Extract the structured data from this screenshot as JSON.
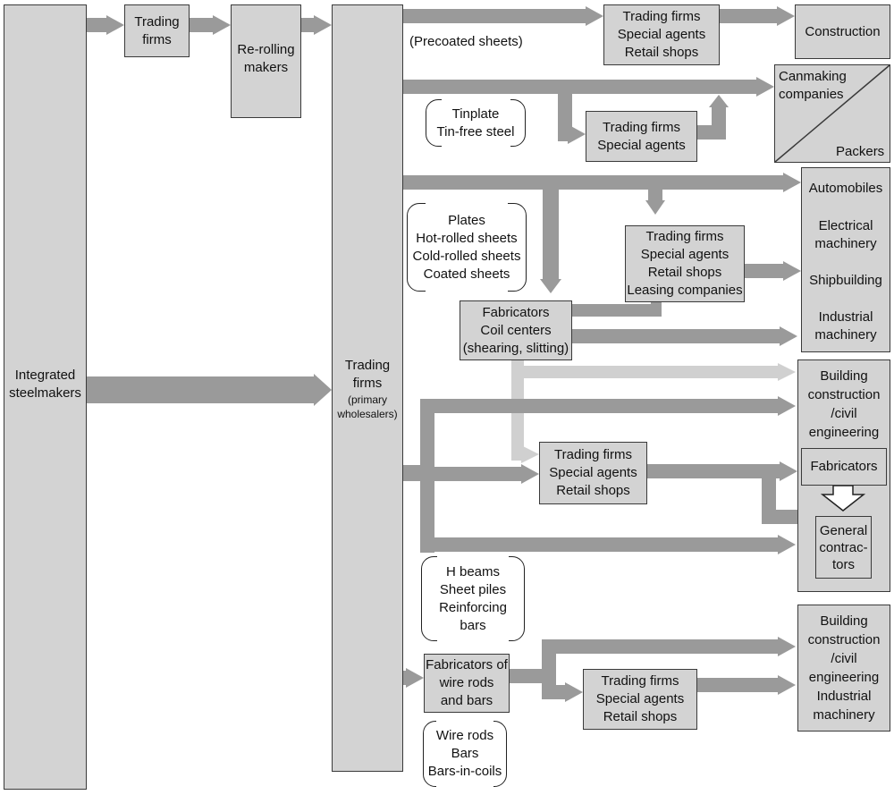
{
  "colors": {
    "arrow": "#9a9a9a",
    "arrow_light": "#d0d0d0",
    "box_fill": "#d3d3d3",
    "box_border": "#3a3a3a"
  },
  "left": {
    "integrated": [
      "Integrated",
      "steelmakers"
    ],
    "trading_small": [
      "Trading",
      "firms"
    ],
    "rerolling": [
      "Re-rolling",
      "makers"
    ]
  },
  "center": {
    "trading": [
      "Trading",
      "firms"
    ],
    "primary": [
      "(primary",
      "wholesalers)"
    ]
  },
  "middle": {
    "precoated_label": "(Precoated sheets)",
    "trading_precoated": [
      "Trading  firms",
      "Special agents",
      "Retail shops"
    ],
    "tinplate_products": [
      "Tinplate",
      "Tin-free steel"
    ],
    "trading_tin": [
      "Trading firms",
      "Special agents"
    ],
    "plate_products": [
      "Plates",
      "Hot-rolled sheets",
      "Cold-rolled sheets",
      "Coated sheets"
    ],
    "trading_leasing": [
      "Trading firms",
      "Special agents",
      "Retail shops",
      "Leasing companies"
    ],
    "fabricators_coil": [
      "Fabricators",
      "Coil centers",
      "(shearing, slitting)"
    ],
    "trading_shapes": [
      "Trading firms",
      "Special agents",
      "Retail shops"
    ],
    "shape_products": [
      "H beams",
      "Sheet piles",
      "Reinforcing",
      "bars"
    ],
    "fabricators_wire": [
      "Fabricators of",
      "wire rods",
      "and bars"
    ],
    "wire_products": [
      "Wire rods",
      "Bars",
      "Bars-in-coils"
    ],
    "trading_wire": [
      "Trading firms",
      "Special agents",
      "Retail shops"
    ]
  },
  "right": {
    "construction": "Construction",
    "canmaking": [
      "Canmaking",
      "companies"
    ],
    "packers": "Packers",
    "automobiles": "Automobiles",
    "electrical": [
      "Electrical",
      "machinery"
    ],
    "shipbuilding": "Shipbuilding",
    "industrial": [
      "Industrial",
      "machinery"
    ],
    "building1": [
      "Building",
      "construction",
      "/civil",
      "engineering"
    ],
    "fabricators": "Fabricators",
    "general": [
      "General",
      "contrac-",
      "tors"
    ],
    "building2": [
      "Building",
      "construction",
      "/civil",
      "engineering",
      "Industrial",
      "machinery"
    ]
  }
}
